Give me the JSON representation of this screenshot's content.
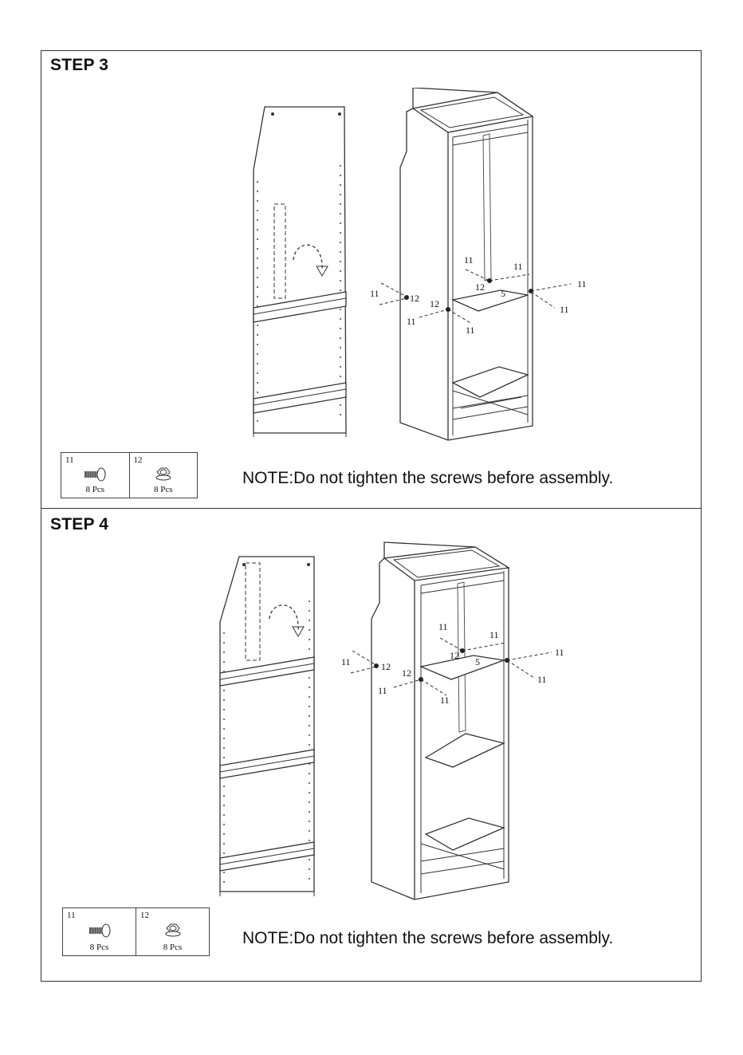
{
  "steps": [
    {
      "title": "STEP 3",
      "note": "NOTE:Do not tighten the screws before assembly.",
      "parts": [
        {
          "number": "11",
          "qty": "8 Pcs",
          "icon": "screw-icon"
        },
        {
          "number": "12",
          "qty": "8 Pcs",
          "icon": "nut-icon"
        }
      ],
      "callouts": {
        "screw": "11",
        "nut": "12",
        "shelf": "5"
      }
    },
    {
      "title": "STEP 4",
      "note": "NOTE:Do not tighten the screws before assembly.",
      "parts": [
        {
          "number": "11",
          "qty": "8 Pcs",
          "icon": "screw-icon"
        },
        {
          "number": "12",
          "qty": "8 Pcs",
          "icon": "nut-icon"
        }
      ],
      "callouts": {
        "screw": "11",
        "nut": "12",
        "shelf": "5"
      }
    }
  ]
}
